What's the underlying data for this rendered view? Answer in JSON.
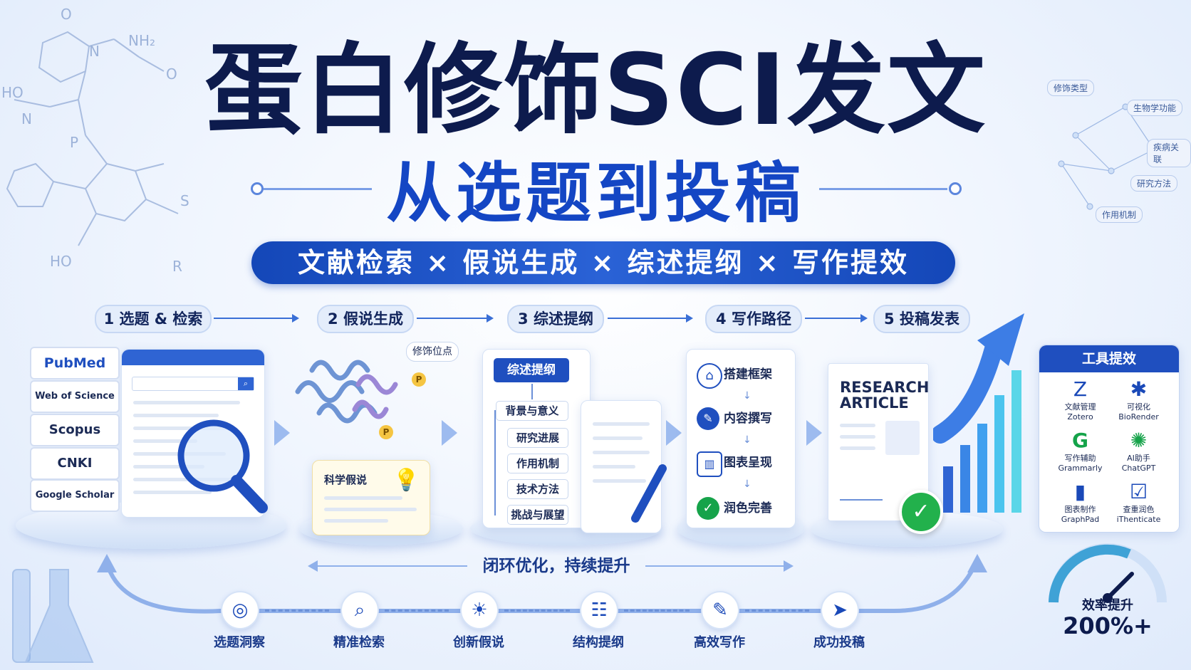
{
  "title": "蛋白修饰SCI发文",
  "subtitle": "从选题到投稿",
  "banner": "文献检索 × 假说生成 × 综述提纲 × 写作提效",
  "steps": [
    {
      "label": "1 选题 & 检索"
    },
    {
      "label": "2 假说生成"
    },
    {
      "label": "3 综述提纲"
    },
    {
      "label": "4 写作路径"
    },
    {
      "label": "5 投稿发表"
    }
  ],
  "databases": [
    "PubMed",
    "Web of Science",
    "Scopus",
    "CNKI",
    "Google Scholar"
  ],
  "protein": {
    "site_label": "修饰位点",
    "marker": "P"
  },
  "hypothesis_label": "科学假说",
  "outline": {
    "header": "综述提纲",
    "items": [
      "背景与意义",
      "研究进展",
      "作用机制",
      "技术方法",
      "挑战与展望"
    ]
  },
  "writing": [
    {
      "label": "搭建框架",
      "icon": "house-icon"
    },
    {
      "label": "内容撰写",
      "icon": "pen-icon"
    },
    {
      "label": "图表呈现",
      "icon": "bar-chart-icon"
    },
    {
      "label": "润色完善",
      "icon": "check-icon"
    }
  ],
  "article": {
    "line1": "RESEARCH",
    "line2": "ARTICLE"
  },
  "tools": {
    "header": "工具提效",
    "items": [
      {
        "name": "文献管理",
        "sub": "Zotero",
        "icon": "Z",
        "color": "#1a49b8"
      },
      {
        "name": "可视化",
        "sub": "BioRender",
        "icon": "✱",
        "color": "#1a49b8"
      },
      {
        "name": "写作辅助",
        "sub": "Grammarly",
        "icon": "G",
        "color": "#15a34a"
      },
      {
        "name": "AI助手",
        "sub": "ChatGPT",
        "icon": "✺",
        "color": "#16a34a"
      },
      {
        "name": "图表制作",
        "sub": "GraphPad",
        "icon": "▮",
        "color": "#1a49b8"
      },
      {
        "name": "查重润色",
        "sub": "iThenticate",
        "icon": "☑",
        "color": "#1a49b8"
      }
    ]
  },
  "gauge": {
    "label": "效率提升",
    "value": "200%+"
  },
  "loop_label": "闭环优化，持续提升",
  "bottom_flow": [
    {
      "label": "选题洞察",
      "icon": "target-icon"
    },
    {
      "label": "精准检索",
      "icon": "search-icon"
    },
    {
      "label": "创新假说",
      "icon": "bulb-icon"
    },
    {
      "label": "结构提纲",
      "icon": "hierarchy-icon"
    },
    {
      "label": "高效写作",
      "icon": "pen-icon"
    },
    {
      "label": "成功投稿",
      "icon": "send-icon"
    }
  ],
  "mindmap_labels": [
    "修饰类型",
    "生物学功能",
    "疾病关联",
    "研究方法",
    "作用机制"
  ],
  "chem_labels": [
    "NH₂",
    "HO",
    "N",
    "O",
    "P",
    "S",
    "HO",
    "N",
    "O",
    "R"
  ],
  "colors": {
    "navy": "#0d1b4d",
    "blue": "#1446c4",
    "light": "#e4edfb"
  }
}
